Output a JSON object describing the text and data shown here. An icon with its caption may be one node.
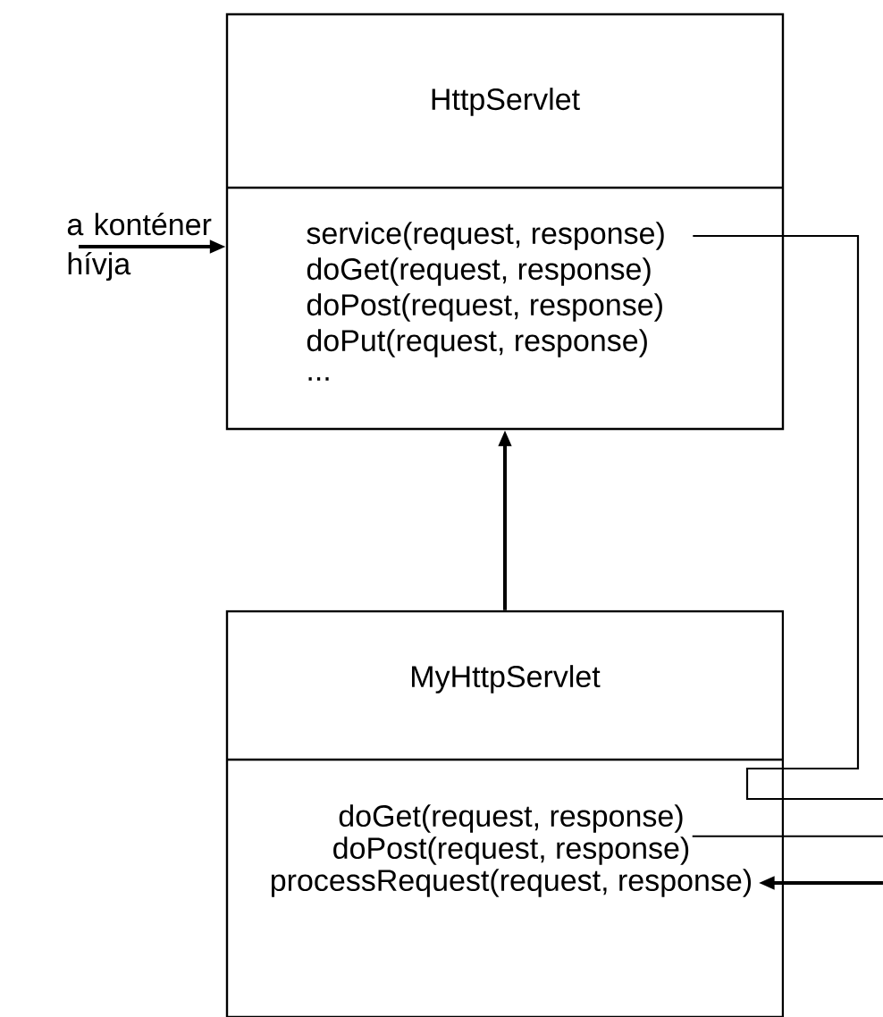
{
  "diagram": {
    "nodes": [
      {
        "text": [
          "HttpServlet"
        ]
      },
      {
        "text": [
          "service(request, response)"
        ],
        "in": 0
      },
      {
        "text": [
          "doGet(request, response)"
        ],
        "in": 0
      },
      {
        "text": [
          "doPost(request, response)"
        ],
        "in": 0
      },
      {
        "text": [
          "doPut(request, response)"
        ],
        "in": 0
      },
      {
        "text": [
          "..."
        ],
        "in": 0
      },
      {
        "text": [
          "a konténer hívja"
        ]
      },
      {
        "text": [
          "MyHttpServlet"
        ]
      },
      {
        "text": [
          "doGet(request, response)"
        ],
        "in": 7
      },
      {
        "text": [
          "doPost(request, response)"
        ],
        "in": 7
      },
      {
        "text": [
          "processRequest(request, response)"
        ],
        "in": 7
      }
    ],
    "edges": [
      {
        "from": 6,
        "to": 0,
        "arrow": "to"
      },
      {
        "from": 7,
        "to": 0,
        "arrow": "to"
      },
      {
        "from": 1,
        "to": null,
        "arrow": "none"
      },
      {
        "from": 9,
        "to": null,
        "arrow": "none"
      },
      {
        "from": null,
        "to": 10,
        "arrow": "to"
      }
    ]
  }
}
